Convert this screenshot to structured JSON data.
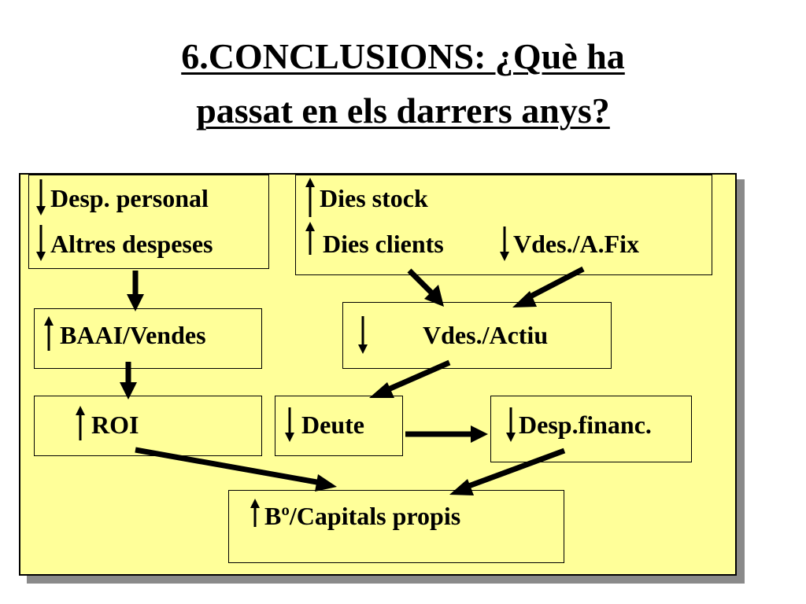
{
  "title": {
    "line1": "6.CONCLUSIONS: ¿Què ha",
    "line2": "passat en els darrers anys?"
  },
  "colors": {
    "panel_fill": "#ffff99",
    "panel_shadow": "#8a8a8a",
    "ink": "#000000"
  },
  "nodes": {
    "desp_personal": {
      "label": "Desp. personal",
      "trend": "down"
    },
    "altres_despeses": {
      "label": "Altres despeses",
      "trend": "down"
    },
    "dies_stock": {
      "label": "Dies stock",
      "trend": "up"
    },
    "dies_clients": {
      "label": "Dies clients",
      "trend": "up"
    },
    "vdes_afix": {
      "label": "Vdes./A.Fix",
      "trend": "down"
    },
    "baai_vendes": {
      "label": "BAAI/Vendes",
      "trend": "up"
    },
    "vdes_actiu": {
      "label": "Vdes./Actiu",
      "trend": "down"
    },
    "roi": {
      "label": "ROI",
      "trend": "up"
    },
    "deute": {
      "label": "Deute",
      "trend": "down"
    },
    "desp_financ": {
      "label": "Desp.financ.",
      "trend": "down"
    },
    "bo_capitals": {
      "label": "Bº/Capitals propis",
      "trend": "up"
    }
  },
  "edges": [
    {
      "from": "costs",
      "to": "baai_vendes"
    },
    {
      "from": "baai_vendes",
      "to": "roi"
    },
    {
      "from": "dies_clients",
      "to": "vdes_actiu"
    },
    {
      "from": "vdes_afix",
      "to": "vdes_actiu"
    },
    {
      "from": "vdes_actiu",
      "to": "deute"
    },
    {
      "from": "deute",
      "to": "desp_financ"
    },
    {
      "from": "roi",
      "to": "bo_capitals"
    },
    {
      "from": "desp_financ",
      "to": "bo_capitals"
    }
  ],
  "icons": {
    "up": "arrow-up-icon",
    "down": "arrow-down-icon"
  }
}
